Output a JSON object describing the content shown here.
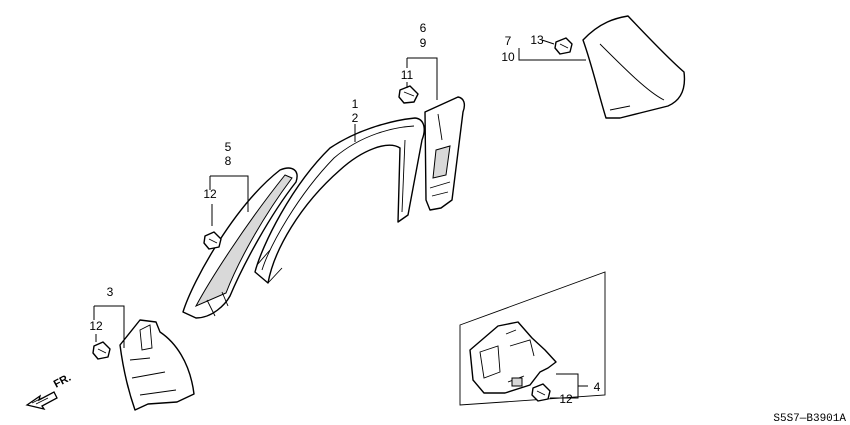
{
  "callouts": {
    "c1": "1",
    "c2": "2",
    "c3": "3",
    "c4": "4",
    "c5": "5",
    "c6": "6",
    "c7": "7",
    "c8": "8",
    "c9": "9",
    "c10": "10",
    "c11": "11",
    "c12a": "12",
    "c12b": "12",
    "c12c": "12",
    "c13": "13"
  },
  "direction_label": "FR.",
  "diagram_code": "S5S7—B3901A"
}
